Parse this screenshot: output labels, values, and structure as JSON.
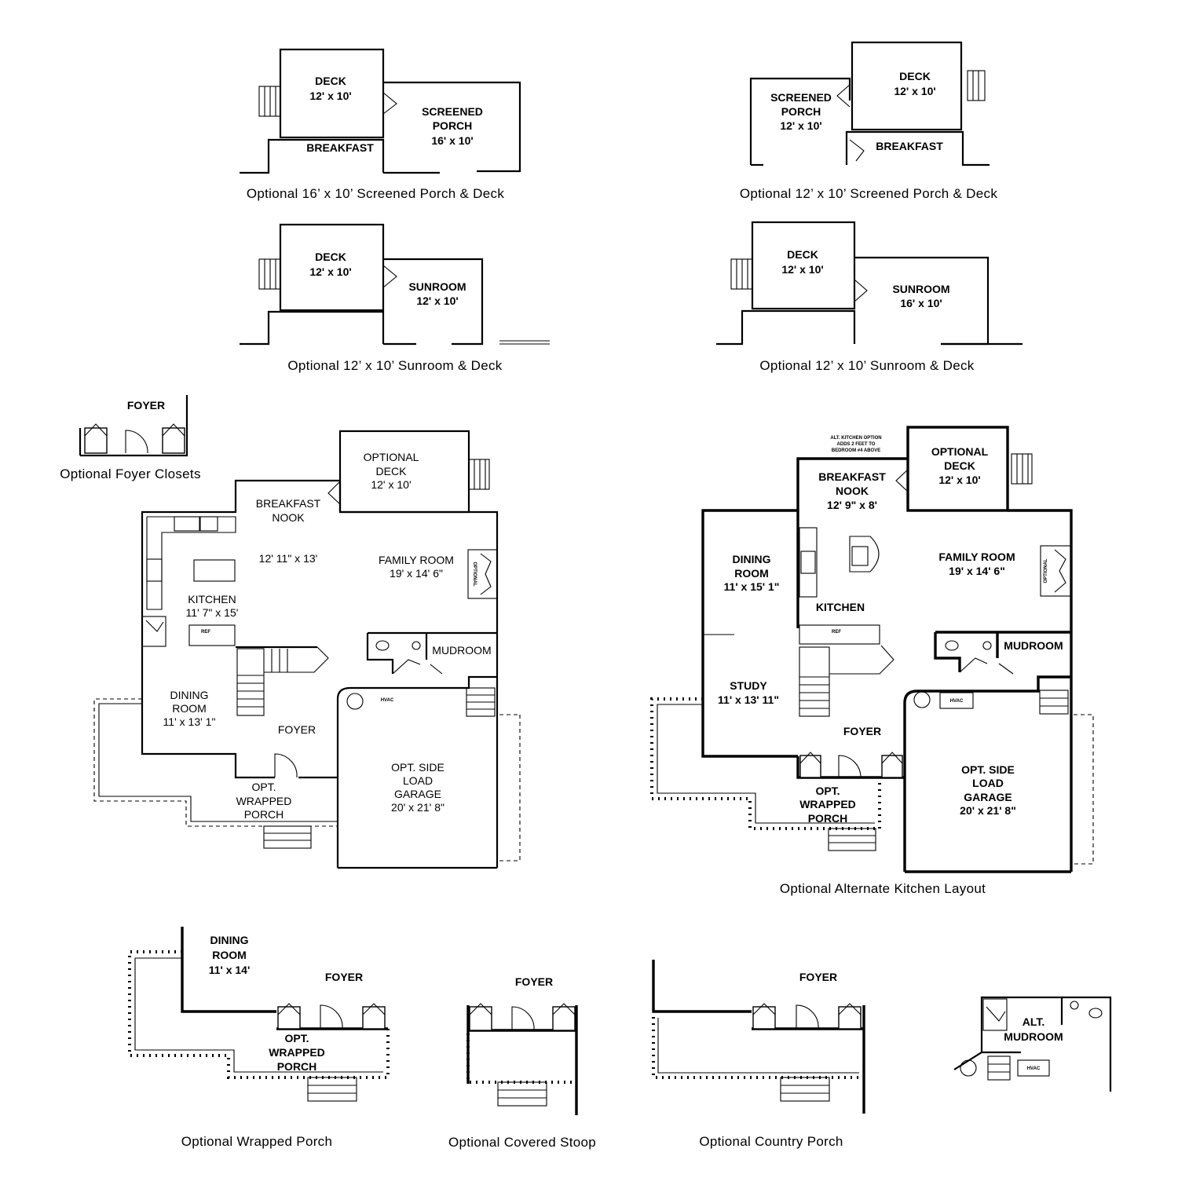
{
  "captions": {
    "screened_porch_16": "Optional 16’ x 10’ Screened Porch & Deck",
    "screened_porch_12": "Optional 12’ x 10’ Screened Porch & Deck",
    "sunroom_12": "Optional 12’ x 10’ Sunroom & Deck",
    "sunroom_16": "Optional 12’ x 10’ Sunroom & Deck",
    "foyer_closets": "Optional Foyer Closets",
    "alt_kitchen": "Optional Alternate Kitchen Layout",
    "wrapped_porch": "Optional Wrapped Porch",
    "covered_stoop": "Optional Covered Stoop",
    "country_porch": "Optional Country Porch"
  },
  "plan_screened16": {
    "deck": "DECK",
    "deck_size": "12' x 10'",
    "breakfast": "BREAKFAST",
    "porch_1": "SCREENED",
    "porch_2": "PORCH",
    "porch_size": "16' x 10'"
  },
  "plan_screened12": {
    "porch_1": "SCREENED",
    "porch_2": "PORCH",
    "porch_size": "12' x 10'",
    "deck": "DECK",
    "deck_size": "12' x 10'",
    "breakfast": "BREAKFAST"
  },
  "plan_sunroom12": {
    "deck": "DECK",
    "deck_size": "12' x 10'",
    "sunroom": "SUNROOM",
    "sunroom_size": "12' x 10'"
  },
  "plan_sunroom16": {
    "deck": "DECK",
    "deck_size": "12' x 10'",
    "sunroom": "SUNROOM",
    "sunroom_size": "16' x 10'"
  },
  "plan_foyer_closets": {
    "foyer": "FOYER"
  },
  "plan_main": {
    "opt_deck_1": "OPTIONAL",
    "opt_deck_2": "DECK",
    "opt_deck_size": "12' x 10'",
    "breakfast_1": "BREAKFAST",
    "breakfast_2": "NOOK",
    "breakfast_size": "12' 11\" x 13'",
    "family_room": "FAMILY ROOM",
    "family_room_size": "19' x 14' 6\"",
    "optional": "OPTIONAL",
    "kitchen": "KITCHEN",
    "kitchen_size": "11' 7\" x 15'",
    "ref": "REF",
    "mudroom": "MUDROOM",
    "hvac": "HVAC",
    "dining_1": "DINING",
    "dining_2": "ROOM",
    "dining_size": "11' x 13' 1\"",
    "foyer": "FOYER",
    "porch_1": "OPT.",
    "porch_2": "WRAPPED",
    "porch_3": "PORCH",
    "garage_1": "OPT. SIDE",
    "garage_2": "LOAD",
    "garage_3": "GARAGE",
    "garage_size": "20' x 21' 8\""
  },
  "plan_alt": {
    "note_1": "ALT. KITCHEN OPTION",
    "note_2": "ADDS 2 FEET TO",
    "note_3": "BEDROOM #4 ABOVE",
    "opt_deck_1": "OPTIONAL",
    "opt_deck_2": "DECK",
    "opt_deck_size": "12' x 10'",
    "breakfast_1": "BREAKFAST",
    "breakfast_2": "NOOK",
    "breakfast_size": "12' 9\" x 8'",
    "dining_1": "DINING",
    "dining_2": "ROOM",
    "dining_size": "11' x 15' 1\"",
    "family_room": "FAMILY ROOM",
    "family_room_size": "19' x 14' 6\"",
    "optional": "OPTIONAL",
    "kitchen": "KITCHEN",
    "ref": "REF",
    "mudroom": "MUDROOM",
    "study": "STUDY",
    "study_size": "11' x 13' 11\"",
    "hvac": "HVAC",
    "foyer": "FOYER",
    "porch_1": "OPT.",
    "porch_2": "WRAPPED",
    "porch_3": "PORCH",
    "garage_1": "OPT. SIDE",
    "garage_2": "LOAD",
    "garage_3": "GARAGE",
    "garage_size": "20' x 21' 8\""
  },
  "plan_wrapped": {
    "dining_1": "DINING",
    "dining_2": "ROOM",
    "dining_size": "11' x 14'",
    "foyer": "FOYER",
    "porch_1": "OPT.",
    "porch_2": "WRAPPED",
    "porch_3": "PORCH"
  },
  "plan_stoop": {
    "foyer": "FOYER"
  },
  "plan_country": {
    "foyer": "FOYER"
  },
  "plan_alt_mudroom": {
    "label_1": "ALT.",
    "label_2": "MUDROOM",
    "hvac": "HVAC"
  }
}
